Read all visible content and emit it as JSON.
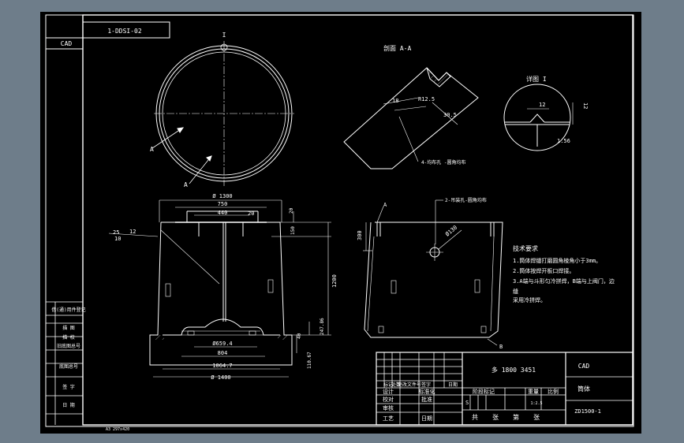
{
  "colors": {
    "background": "#000000",
    "frame": "#6e7d8a",
    "line": "#ffffff",
    "hatch": "#cfcfcf"
  },
  "top_left": {
    "code": "1-DDSI-02",
    "cad_tag": "CAD"
  },
  "left_column": [
    "借(通)用件登记",
    "描 图",
    "描 校",
    "旧底图总号",
    "底图总号",
    "签 字",
    "日 期"
  ],
  "scale_note": "A3 297x420",
  "views": {
    "plan_mark": "I",
    "plan_leader_a1": "A",
    "plan_leader_a2": "A",
    "section_title": "剖面 A-A",
    "section_dims": {
      "r": "R12.5",
      "a": "18",
      "b": "30.5"
    },
    "section_note": "4-均布孔 -圆角均布",
    "detail_title": "详图 I",
    "detail_dims": {
      "w": "12",
      "h": "12",
      "r": "1.56"
    }
  },
  "front_dims": {
    "d_top": "Ø 1300",
    "w750": "750",
    "w440": "440",
    "d20a": "20",
    "d20b": "20",
    "d150": "150",
    "h1200": "1200",
    "angle_top": "25",
    "angle_small": "12",
    "angle_bot": "10",
    "d659": "Ø659.4",
    "d804": "804",
    "d1064": "1064.7",
    "d_bot": "Ø 1400",
    "h247": "247.86",
    "h110": "110.67",
    "h40": "40"
  },
  "side_dims": {
    "h300": "300",
    "dia": "Ø130",
    "label_a": "A",
    "label_b": "B",
    "note": "2-吊装孔-圆角均布"
  },
  "tech": {
    "title": "技术要求",
    "items": [
      "1.筒体焊缝打磨圆角棱角小于3mm。",
      "2.筒体按焊开板口焊接。",
      "3.A端与斗形匀冷拼焊，B端与上阀门，边",
      "缝",
      "采用冷拼焊。"
    ]
  },
  "title_block": {
    "drawing_id": "多 1800 3451",
    "company": "CAD",
    "part_name": "筒体",
    "part_code": "ZD1500-1",
    "label_mark": "标记",
    "label_count": "处数",
    "label_change": "更改文件号",
    "label_sign": "签字",
    "label_date": "日期",
    "label_design": "设计",
    "label_check": "校对",
    "label_review": "审核",
    "label_process": "工艺",
    "label_std": "标准化",
    "label_approve": "批准",
    "label_date2": "日期",
    "label_stage": "阶段标记",
    "label_weight": "重量",
    "label_ratio": "比例",
    "ratio_value": "1:2.5",
    "stage_s": "S",
    "sheet_total": "共",
    "sheet_label": "张",
    "sheet_no": "第",
    "sheet_unit": "张"
  }
}
